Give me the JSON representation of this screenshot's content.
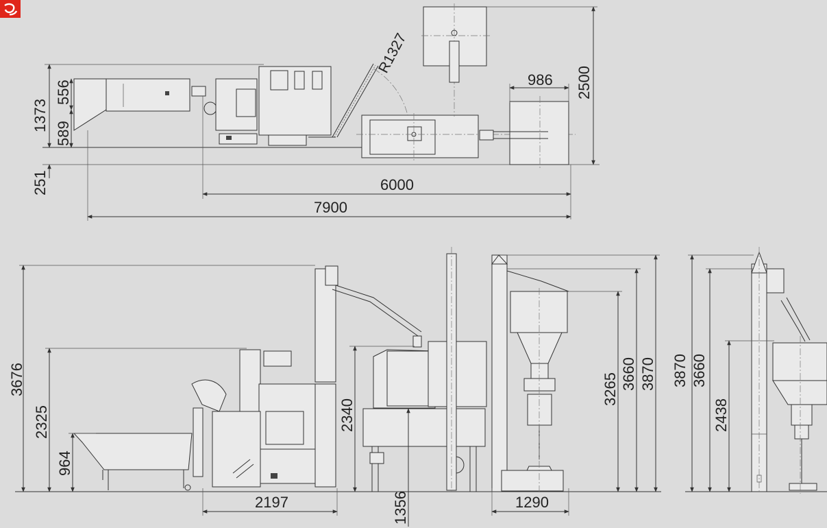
{
  "brand": {
    "logo_color": "#e0261b",
    "logo_icon": "brand-swirl-icon"
  },
  "colors": {
    "background": "#dcdcdc",
    "line": "#333333"
  },
  "dimensions": {
    "top_height_total": "1373",
    "top_height_upper": "556",
    "top_height_lower": "589",
    "top_base_offset": "251",
    "top_length_6000": "6000",
    "top_length_7900": "7900",
    "top_arm_radius": "R1327",
    "top_unit_width": "986",
    "top_overall_height": "2500",
    "front_height_overall": "3676",
    "front_height_mid": "2325",
    "front_height_low": "964",
    "front_width_2197": "2197",
    "front_height_2340": "2340",
    "front_height_1356": "1356",
    "front_height_3265": "3265",
    "front_height_3660": "3660",
    "front_height_3870": "3870",
    "front_width_1290": "1290",
    "side_height_3870": "3870",
    "side_height_3660": "3660",
    "side_height_2438": "2438"
  }
}
